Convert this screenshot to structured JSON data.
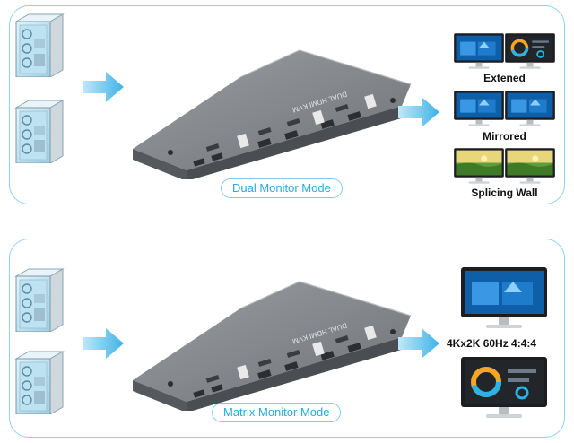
{
  "dual_section": {
    "mode_label": "Dual Monitor Mode",
    "captions": [
      "Extened",
      "Mirrored",
      "Splicing Wall"
    ]
  },
  "matrix_section": {
    "mode_label": "Matrix Monitor Mode",
    "spec": "4Kx2K 60Hz 4:4:4"
  },
  "device": {
    "top_label": "DUAL HDMI KVM"
  },
  "colors": {
    "accent": "#29a9de",
    "border": "#8fd3ee",
    "device": "#6d7076"
  },
  "icons": [
    "desktop-pc-icon",
    "right-arrow-icon",
    "kvm-switch-icon",
    "monitor-icon"
  ]
}
